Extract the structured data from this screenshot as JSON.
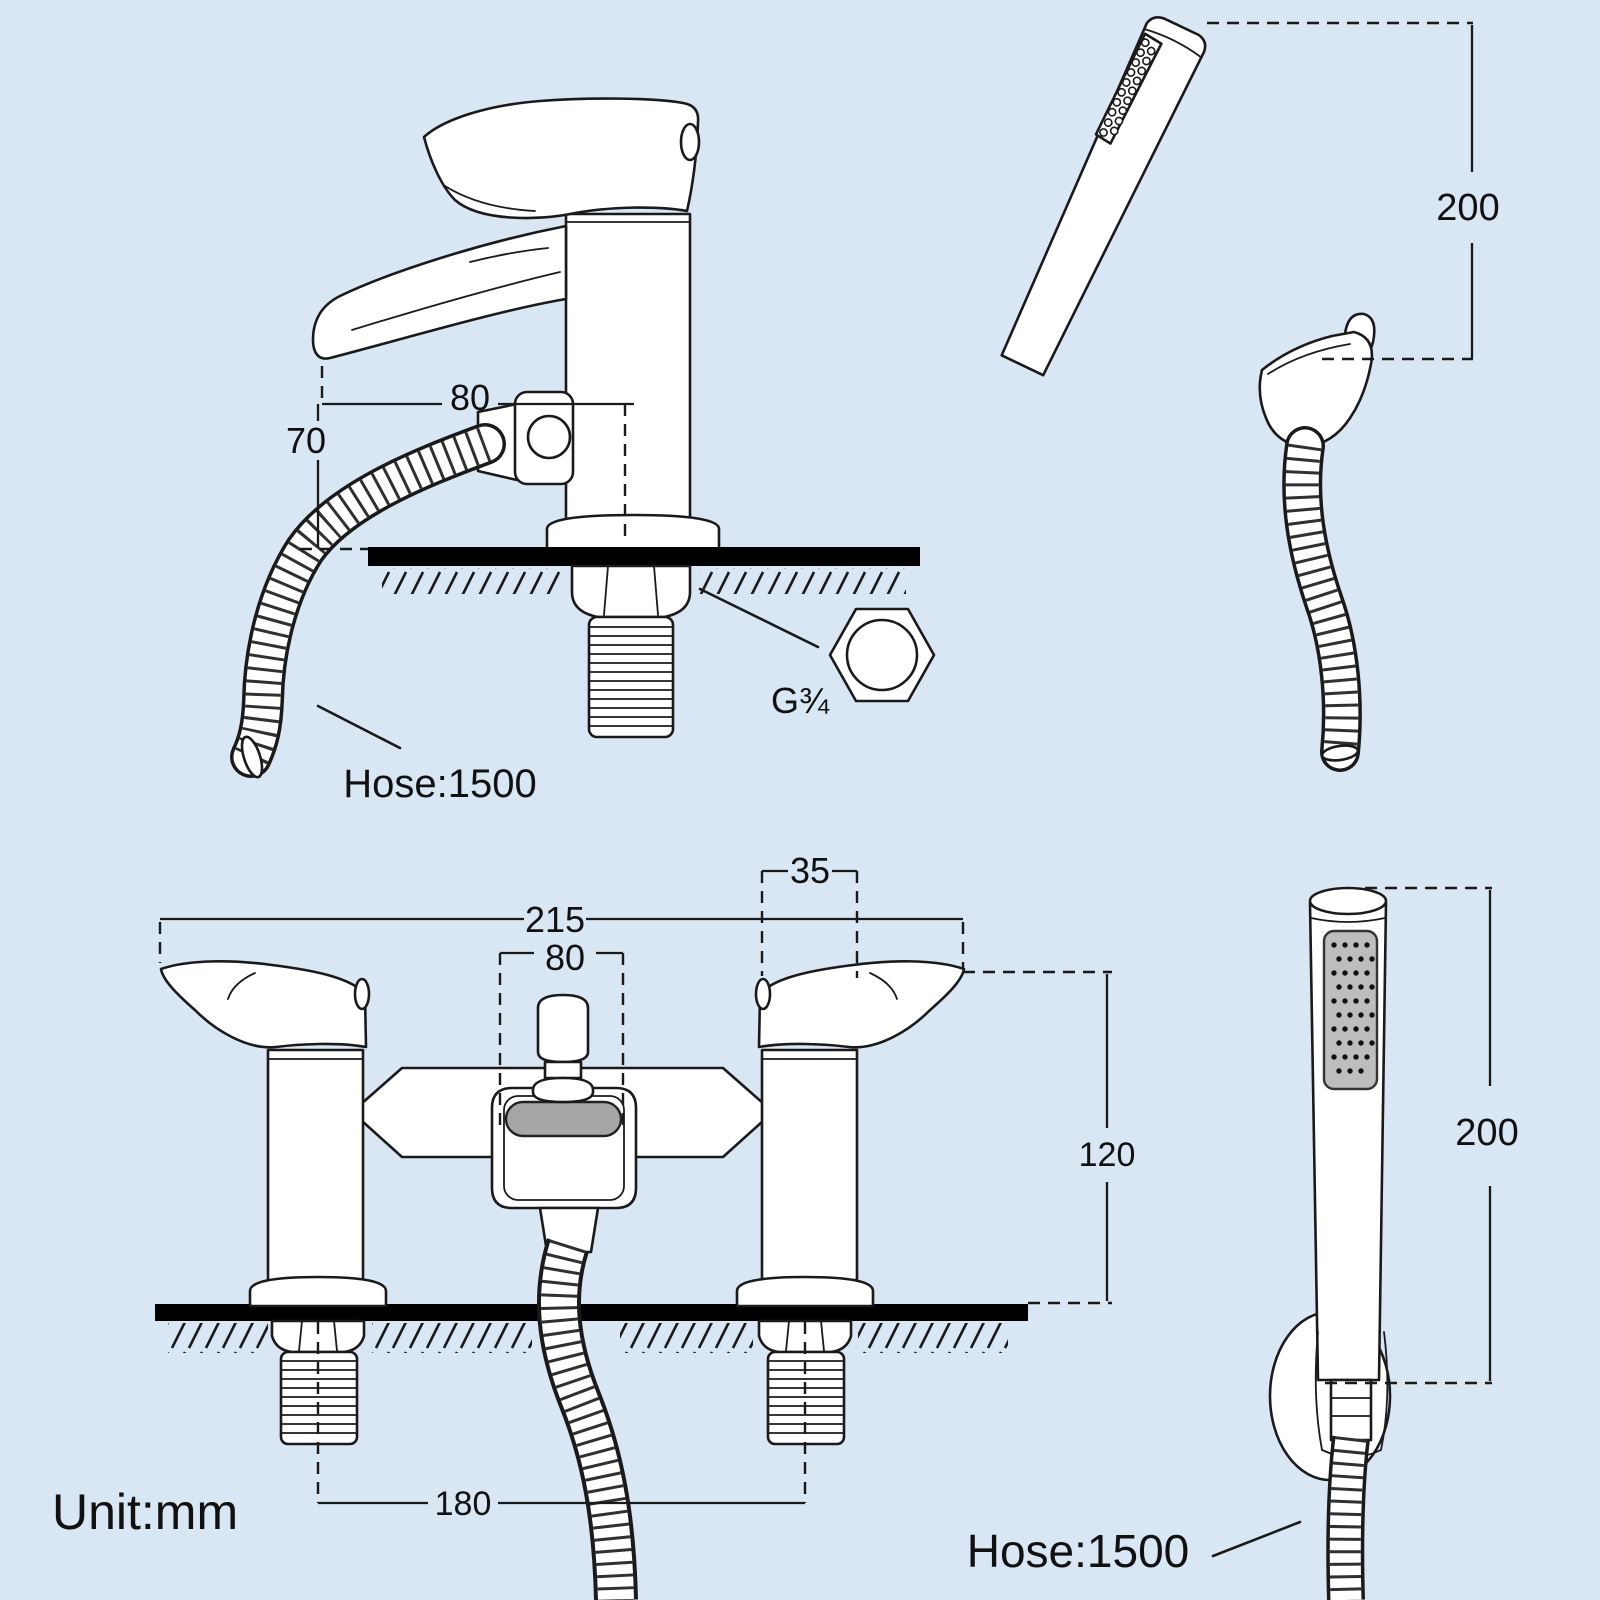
{
  "unit_label": "Unit:mm",
  "colors": {
    "background": "#d9e6f4",
    "line": "#1a1a1a",
    "spout_inset_gray": "#a6a6a6",
    "spray_panel_gray": "#bdbdbd",
    "deck_black": "#000000"
  },
  "views": {
    "tap_side": {
      "dims": {
        "spout_reach": "80",
        "spout_height": "70"
      },
      "hose_label": "Hose:1500",
      "thread_label": "G¾"
    },
    "handshower_side": {
      "dims": {
        "head_length": "200"
      }
    },
    "mixer_front": {
      "dims": {
        "overall_width": "215",
        "spout_width": "80",
        "valve_width": "35",
        "height_above_deck": "120",
        "inlet_centres": "180"
      }
    },
    "handshower_front": {
      "dims": {
        "head_length": "200"
      },
      "hose_label": "Hose:1500"
    }
  }
}
